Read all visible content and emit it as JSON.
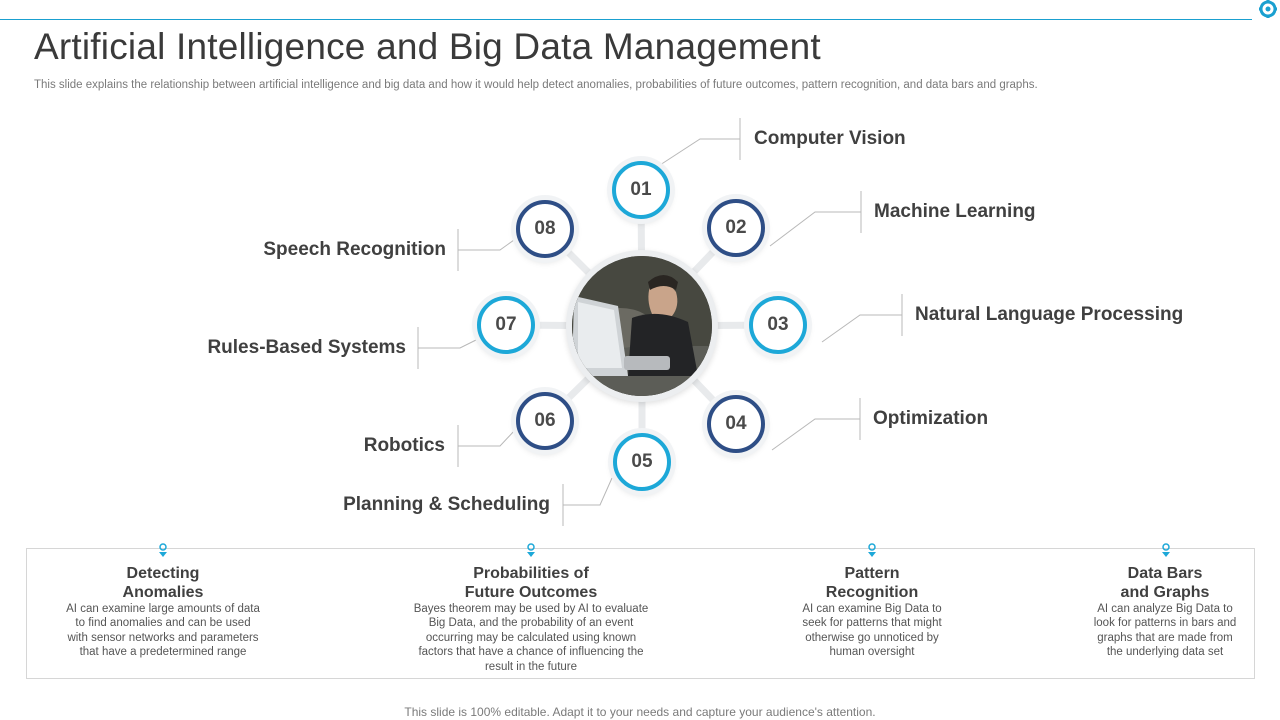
{
  "slide": {
    "title": "Artificial Intelligence and Big Data Management",
    "subtitle": "This slide explains the relationship between artificial intelligence and big data and how it would help detect anomalies, probabilities of future outcomes, pattern recognition, and data bars and graphs.",
    "footer": "This slide is 100% editable. Adapt it to your needs and capture your audience's attention."
  },
  "diagram": {
    "nodes": [
      {
        "number": "01",
        "label": "Computer Vision"
      },
      {
        "number": "02",
        "label": "Machine Learning"
      },
      {
        "number": "03",
        "label": "Natural Language Processing"
      },
      {
        "number": "04",
        "label": "Optimization"
      },
      {
        "number": "05",
        "label": "Planning & Scheduling"
      },
      {
        "number": "06",
        "label": "Robotics"
      },
      {
        "number": "07",
        "label": "Rules-Based Systems"
      },
      {
        "number": "08",
        "label": "Speech Recognition"
      }
    ]
  },
  "benefits": [
    {
      "title_line1": "Detecting",
      "title_line2": "Anomalies",
      "body": [
        "AI  can examine large amounts of data",
        "to find anomalies and can be used",
        "with sensor networks and parameters",
        "that have  a predetermined range"
      ]
    },
    {
      "title_line1": "Probabilities of",
      "title_line2": "Future Outcomes",
      "body": [
        "Bayes theorem may be used by AI  to evaluate",
        "Big Data, and the probability of an event",
        "occurring may be calculated using known",
        "factors that have  a chance of influencing the",
        "result in the future"
      ]
    },
    {
      "title_line1": "Pattern",
      "title_line2": "Recognition",
      "body": [
        "AI  can examine Big Data to",
        "seek for patterns that might",
        "otherwise go unnoticed by",
        "human oversight"
      ]
    },
    {
      "title_line1": "Data Bars",
      "title_line2": "and Graphs",
      "body": [
        "AI  can analyze Big Data to",
        "look for patterns in bars and",
        "graphs that are made from",
        "the underlying data set"
      ]
    }
  ],
  "colors": {
    "light_blue": "#1da8d8",
    "dark_blue": "#2e4e86",
    "accent_rule": "#1aa0d0"
  },
  "icons": {
    "corner": "gear-icon",
    "marker": "pin-icon",
    "center_image": "person-laptop-photo"
  }
}
